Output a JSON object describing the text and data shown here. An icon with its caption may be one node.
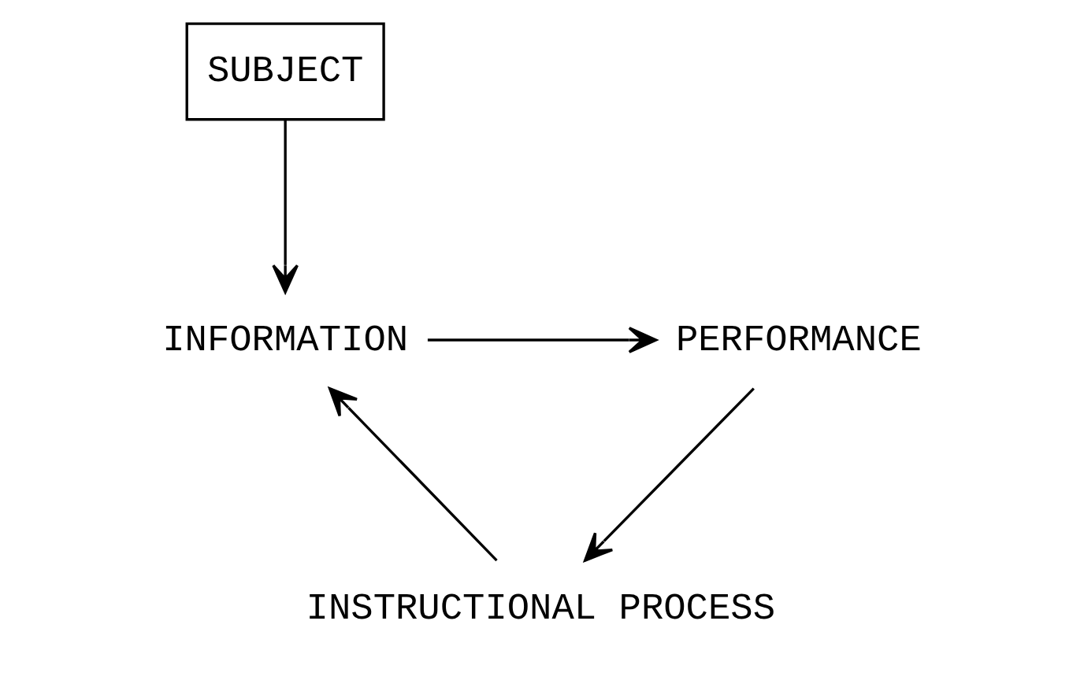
{
  "diagram": {
    "nodes": [
      {
        "text": [
          "SUBJECT"
        ]
      },
      {
        "text": [
          "INFORMATION"
        ]
      },
      {
        "text": [
          "PERFORMANCE"
        ]
      },
      {
        "text": [
          "INSTRUCTIONAL PROCESS"
        ]
      }
    ],
    "edges": [
      {
        "from": 0,
        "to": 1,
        "arrow": "to"
      },
      {
        "from": 1,
        "to": 2,
        "arrow": "to"
      },
      {
        "from": 2,
        "to": 3,
        "arrow": "to"
      },
      {
        "from": 3,
        "to": 1,
        "arrow": "to"
      }
    ]
  }
}
